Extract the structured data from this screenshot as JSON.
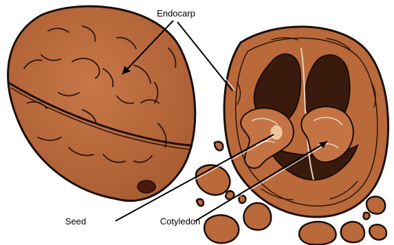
{
  "labels": {
    "endocarp": "Endocarp",
    "seed": "Seed",
    "cotyledon": "Cotyledon"
  },
  "colors": {
    "shell": "#c06e3e",
    "shell_dark": "#8e4a24",
    "cavity": "#3a1a0c",
    "kernel": "#c47444",
    "seed_spot": "#f0c49a",
    "outline": "#1a0c06"
  }
}
